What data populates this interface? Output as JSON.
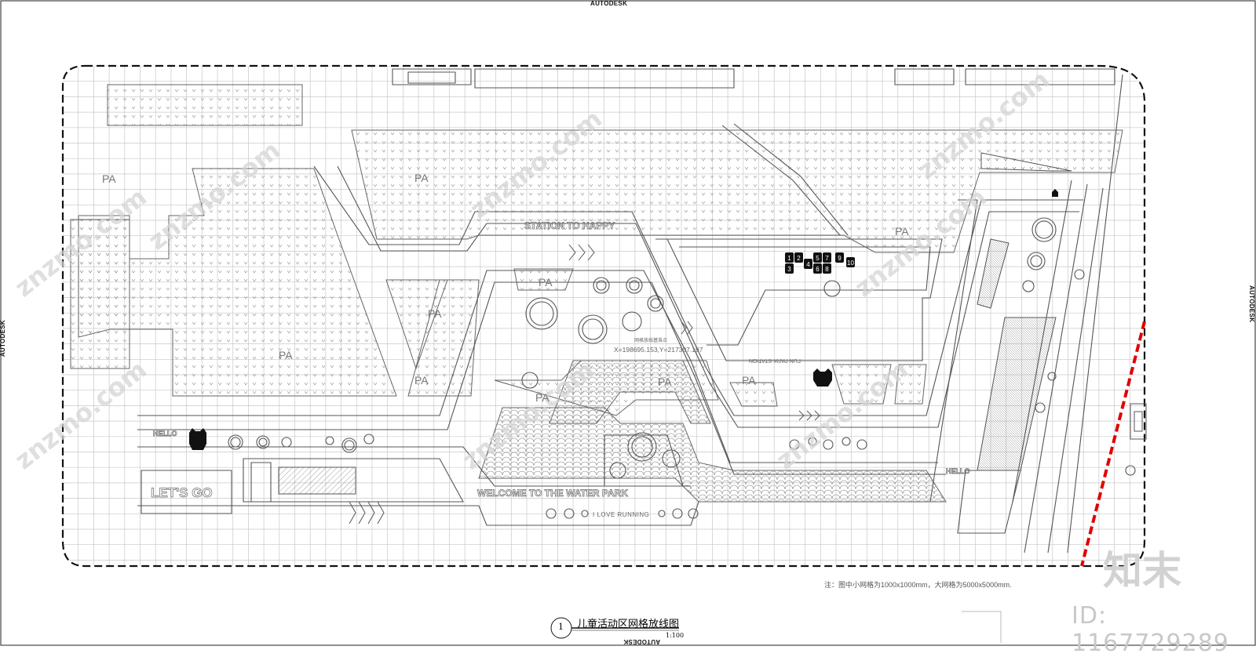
{
  "drawing": {
    "vendor_top": "AUTODESK",
    "vendor_left": "AUTODESK",
    "vendor_right": "AUTODESK",
    "vendor_bottom": "AUTODESK",
    "zones": [
      "PA",
      "PA",
      "PA",
      "PA",
      "PA",
      "PA",
      "PA",
      "PA",
      "PA",
      "PA"
    ],
    "labels": {
      "station": "STATION TO HAPPY",
      "welcome": "WELCOME TO THE WATER PARK",
      "running": "I  LOVE  RUNNING",
      "letsgo": "LET'S GO",
      "hello_left": "HELLO",
      "hello_right": "HELLO",
      "fun_station": "FUN PARK STATION",
      "coord": "X=198695.153,Y=217307.197",
      "coord_title": "网格放线基准点"
    },
    "hopscotch": [
      "1",
      "2",
      "3",
      "4",
      "5",
      "6",
      "7",
      "8",
      "9",
      "10"
    ],
    "note": "注：图中小网格为1000x1000mm，大网格为5000x5000mm.",
    "caption_number": "1",
    "caption_title": "儿童活动区网格放线图",
    "caption_scale": "1:100"
  },
  "watermark": {
    "logo": "知末",
    "id": "ID: 1167729289",
    "site": "znzmo.com"
  },
  "colors": {
    "line": "#555555",
    "grid": "#c8c8c8",
    "boundary": "#111111",
    "redline": "#e00000"
  }
}
